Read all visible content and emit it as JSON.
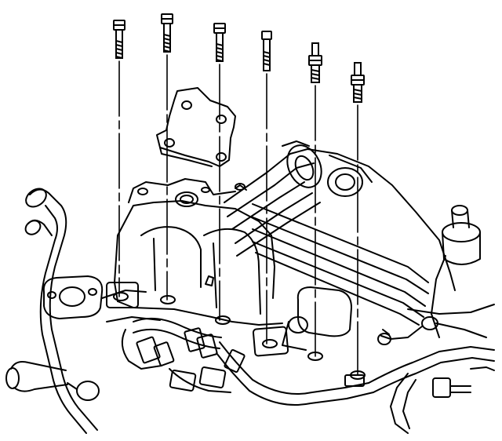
{
  "figure": {
    "background": "#ffffff",
    "ink": "#000000",
    "fasteners": [
      {
        "kind": "bolt"
      },
      {
        "kind": "bolt"
      },
      {
        "kind": "bolt"
      },
      {
        "kind": "stud"
      },
      {
        "kind": "stud-nut"
      },
      {
        "kind": "stud-nut"
      }
    ]
  }
}
